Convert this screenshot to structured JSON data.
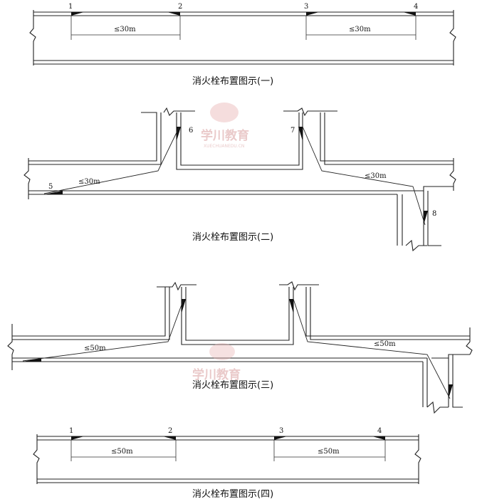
{
  "figure1": {
    "caption": "消火栓布置图示(一)",
    "labels": [
      "1",
      "2",
      "3",
      "4"
    ],
    "dim_left": "≤30m",
    "dim_right": "≤30m"
  },
  "figure2": {
    "caption": "消火栓布置图示(二)",
    "labels": [
      "5",
      "6",
      "7",
      "8"
    ],
    "dim_left": "≤30m",
    "dim_right": "≤30m"
  },
  "figure3": {
    "caption": "消火栓布置图示(三)",
    "dim_left": "≤50m",
    "dim_right": "≤50m"
  },
  "figure4": {
    "caption": "消火栓布置图示(四)",
    "labels": [
      "1",
      "2",
      "3",
      "4"
    ],
    "dim_left": "≤50m",
    "dim_right": "≤50m"
  },
  "watermark": {
    "name": "学川教育",
    "url": "XUECHUANEDU.CN"
  }
}
